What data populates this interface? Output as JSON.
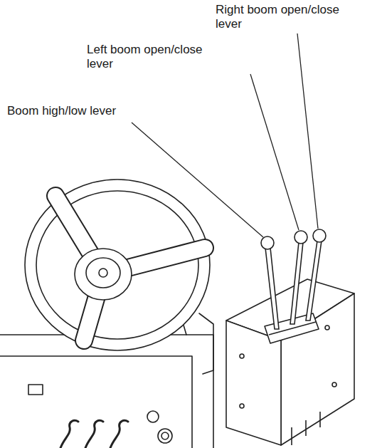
{
  "diagram": {
    "labels": [
      "Right boom open/close lever",
      "Left boom open/close lever",
      "Boom high/low lever"
    ]
  }
}
